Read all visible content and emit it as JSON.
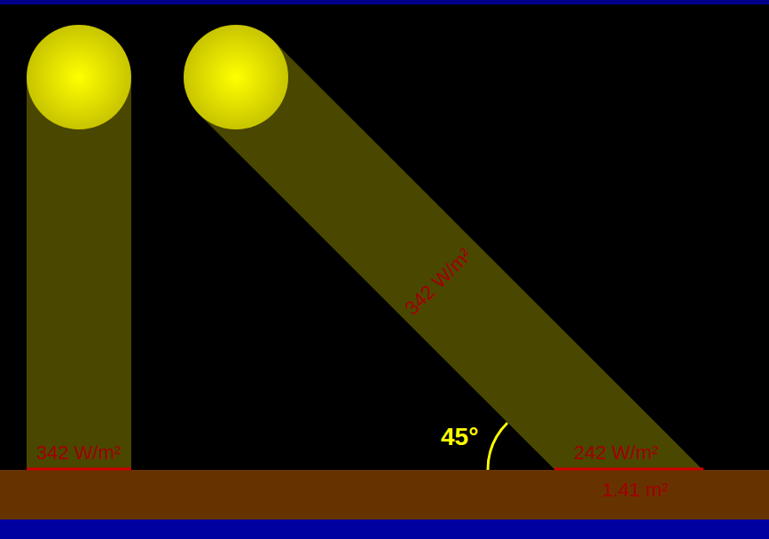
{
  "diagram": {
    "labels": [
      "342 W/m²",
      "342 W/m²",
      "242 W/m²",
      "1.41 m²",
      "45°"
    ]
  }
}
